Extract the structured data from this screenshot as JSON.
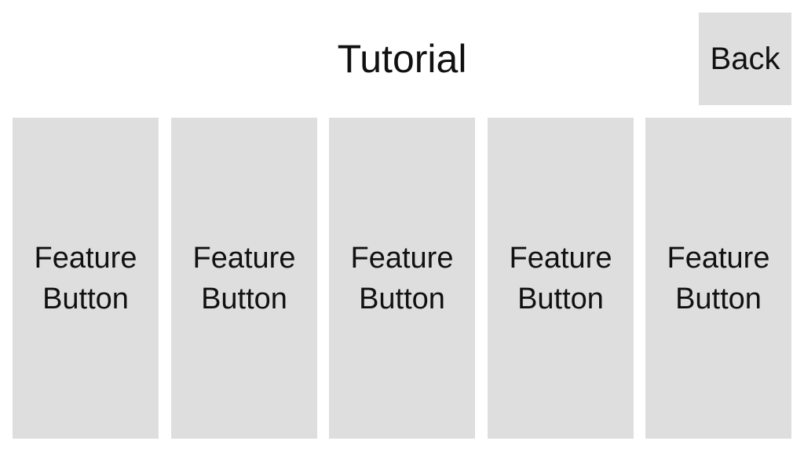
{
  "header": {
    "title": "Tutorial",
    "back_label": "Back"
  },
  "features": [
    {
      "line1": "Feature",
      "line2": "Button"
    },
    {
      "line1": "Feature",
      "line2": "Button"
    },
    {
      "line1": "Feature",
      "line2": "Button"
    },
    {
      "line1": "Feature",
      "line2": "Button"
    },
    {
      "line1": "Feature",
      "line2": "Button"
    }
  ],
  "colors": {
    "button_bg": "#dedede",
    "text": "#111111"
  }
}
